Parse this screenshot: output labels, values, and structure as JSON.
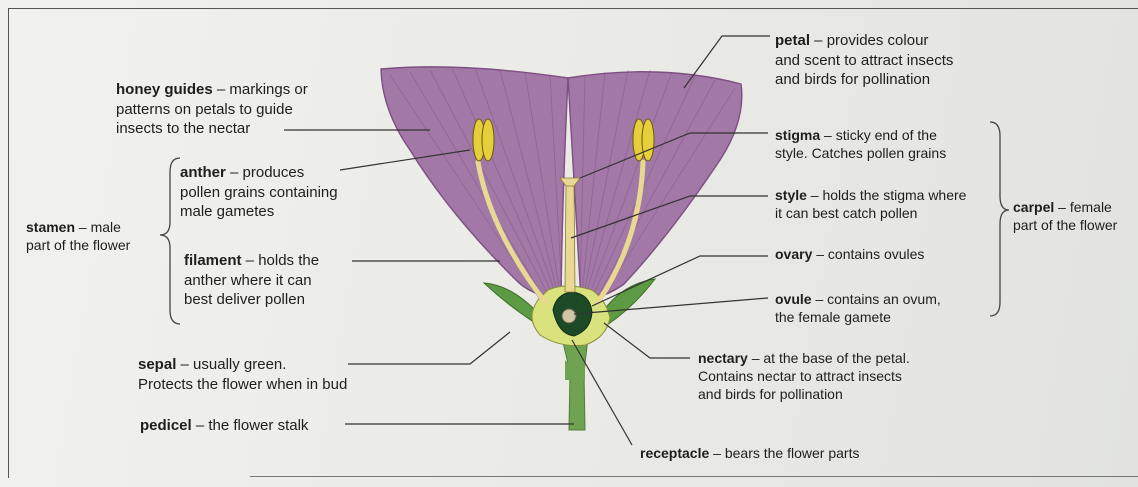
{
  "colors": {
    "petal": "#a278a6",
    "petal_dark": "#7d4f82",
    "sepal": "#5c9a43",
    "stalk": "#6fa352",
    "receptacle": "#d9e27c",
    "anther": "#e5cf3a",
    "filament": "#e9d891",
    "ovary": "#1c4a26",
    "line": "#333333"
  },
  "labels": {
    "petal": {
      "term": "petal",
      "l1": " – provides colour",
      "l2": "and scent to attract insects",
      "l3": "and birds for pollination"
    },
    "honey_guides": {
      "term": "honey guides",
      "l1": " – markings or",
      "l2": "patterns on petals to guide",
      "l3": "insects to the nectar"
    },
    "anther": {
      "term": "anther",
      "l1": " – produces",
      "l2": "pollen grains containing",
      "l3": "male gametes"
    },
    "stamen": {
      "term": "stamen",
      "l1": " – male",
      "l2": "part of the flower"
    },
    "filament": {
      "term": "filament",
      "l1": " – holds the",
      "l2": "anther where it can",
      "l3": "best deliver pollen"
    },
    "sepal": {
      "term": "sepal",
      "l1": " – usually green.",
      "l2": "Protects the flower when in bud"
    },
    "pedicel": {
      "term": "pedicel",
      "l1": " – the flower stalk"
    },
    "stigma": {
      "term": "stigma",
      "l1": " – sticky end of the",
      "l2": "style. Catches pollen grains"
    },
    "style": {
      "term": "style",
      "l1": " – holds the stigma where",
      "l2": "it can best catch pollen"
    },
    "carpel": {
      "term": "carpel",
      "l1": " – female",
      "l2": "part of the flower"
    },
    "ovary": {
      "term": "ovary",
      "l1": " – contains ovules"
    },
    "ovule": {
      "term": "ovule",
      "l1": " – contains an ovum,",
      "l2": "the female gamete"
    },
    "nectary": {
      "term": "nectary",
      "l1": " – at the base of the petal.",
      "l2": "Contains nectar to attract insects",
      "l3": "and birds for pollination"
    },
    "receptacle": {
      "term": "receptacle",
      "l1": " – bears the flower parts"
    }
  }
}
